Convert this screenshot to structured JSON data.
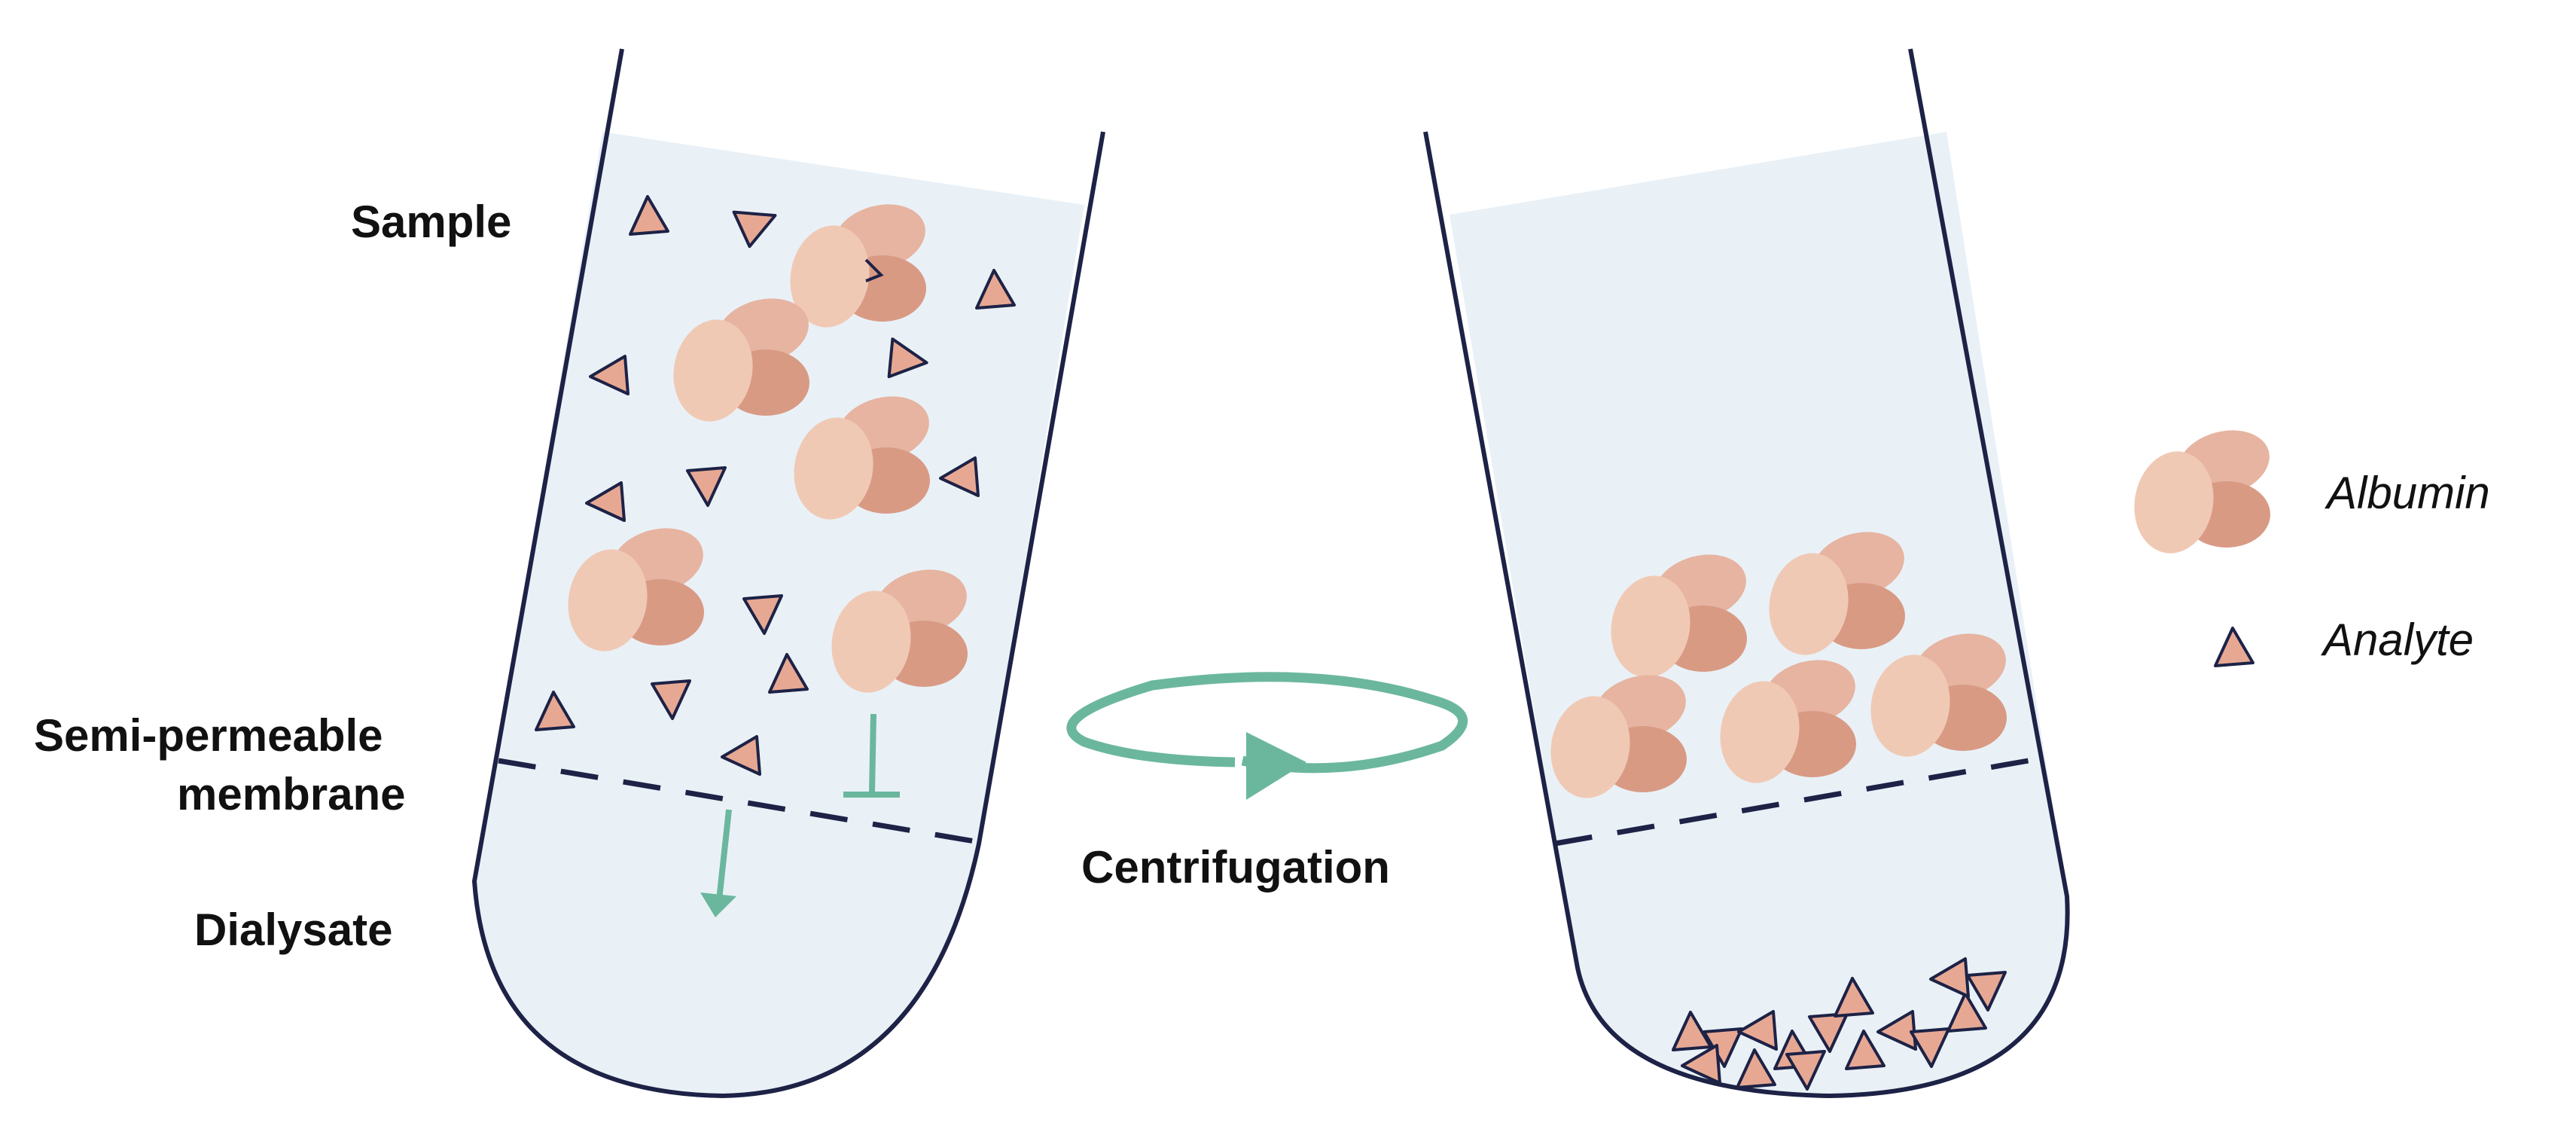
{
  "colors": {
    "liquid": "#e9f1f7",
    "outline": "#1d2246",
    "albumin_light": "#f0c9b5",
    "albumin_mid": "#e6b4a0",
    "albumin_dark": "#d99a84",
    "analyte": "#e7a893",
    "arrow": "#6bb79e"
  },
  "icons": {
    "tube": "test-tube-icon",
    "albumin": "albumin-cluster-icon",
    "analyte": "analyte-triangle-icon",
    "centrifuge": "rotation-arrow-icon"
  },
  "labels": {
    "sample": "Sample",
    "membrane_line1": "Semi-permeable",
    "membrane_line2": "membrane",
    "dialysate": "Dialysate",
    "centrifugation": "Centrifugation"
  },
  "legend": {
    "albumin": "Albumin",
    "analyte": "Analyte"
  }
}
